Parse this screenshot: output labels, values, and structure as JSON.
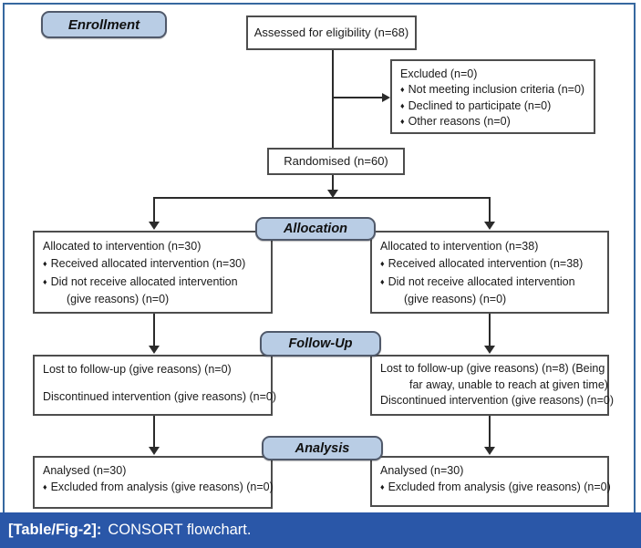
{
  "colors": {
    "badge_fill": "#b9cde5",
    "badge_border": "#50596a",
    "box_border": "#4d4d4d",
    "connector_line": "#2b2b2b",
    "caption_bg": "#2a57a8",
    "caption_text": "#ffffff",
    "frame_border": "#36689f"
  },
  "bullet_char": "♦",
  "stages": {
    "enrollment": "Enrollment",
    "allocation": "Allocation",
    "followup": "Follow-Up",
    "analysis": "Analysis"
  },
  "boxes": {
    "assessed": "Assessed for eligibility (n=68)",
    "excluded": {
      "title": "Excluded (n=0)",
      "items": [
        "Not meeting inclusion criteria (n=0)",
        "Declined to participate (n=0)",
        "Other reasons (n=0)"
      ]
    },
    "randomised": "Randomised (n=60)",
    "allocation_left": {
      "title": "Allocated to intervention (n=30)",
      "bullet1": "Received allocated intervention (n=30)",
      "bullet2": "Did not receive allocated intervention",
      "bullet2_cont": "(give reasons) (n=0)"
    },
    "allocation_right": {
      "title": "Allocated to intervention (n=38)",
      "bullet1": "Received allocated intervention (n=38)",
      "bullet2": "Did not receive allocated intervention",
      "bullet2_cont": "(give reasons) (n=0)"
    },
    "followup_left": {
      "line1": "Lost to follow-up (give reasons) (n=0)",
      "line2": "Discontinued intervention (give reasons) (n=0)"
    },
    "followup_right": {
      "line1": "Lost to follow-up (give reasons) (n=8) (Being",
      "line2": "far away, unable to reach at given time)",
      "line3": "Discontinued intervention (give reasons) (n=0)"
    },
    "analysis_left": {
      "title": "Analysed (n=30)",
      "bullet1": "Excluded from analysis (give reasons) (n=0)"
    },
    "analysis_right": {
      "title": "Analysed (n=30)",
      "bullet1": "Excluded from analysis (give reasons) (n=0)"
    }
  },
  "caption": {
    "label": "[Table/Fig-2]:",
    "text": "CONSORT flowchart."
  }
}
